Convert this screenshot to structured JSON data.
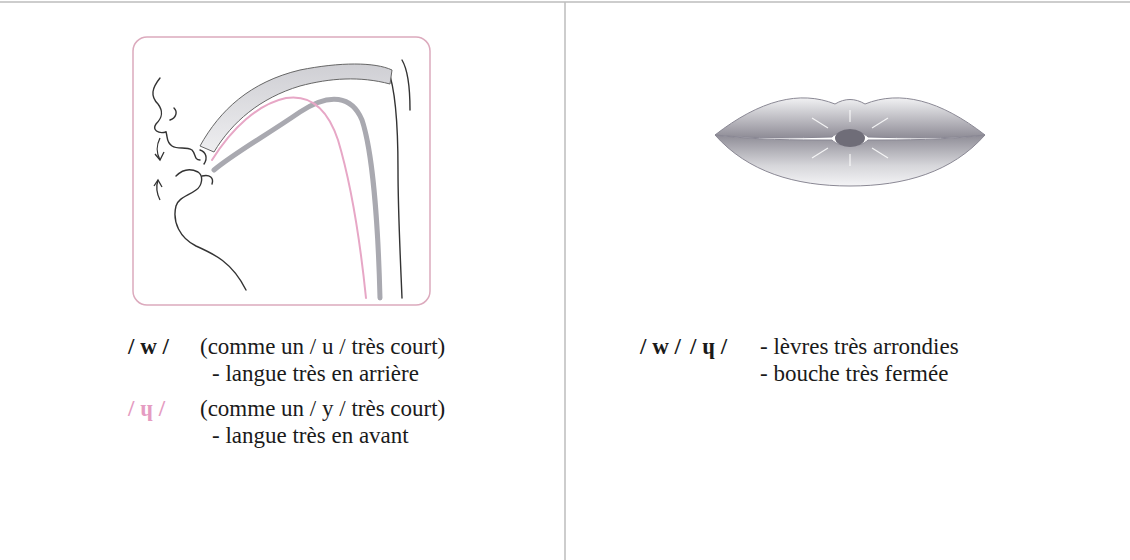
{
  "diagram": {
    "nodes": [
      {
        "text": [
          "/ w /",
          "(comme un / u / très court)",
          "- langue très en arrière",
          "/ ɥ /",
          "(comme un / y / très court)",
          "- langue très en avant"
        ]
      },
      {
        "text": [
          "/ w /",
          "/ ɥ /",
          "- lèvres très arrondies",
          "- bouche très fermée"
        ]
      }
    ]
  }
}
